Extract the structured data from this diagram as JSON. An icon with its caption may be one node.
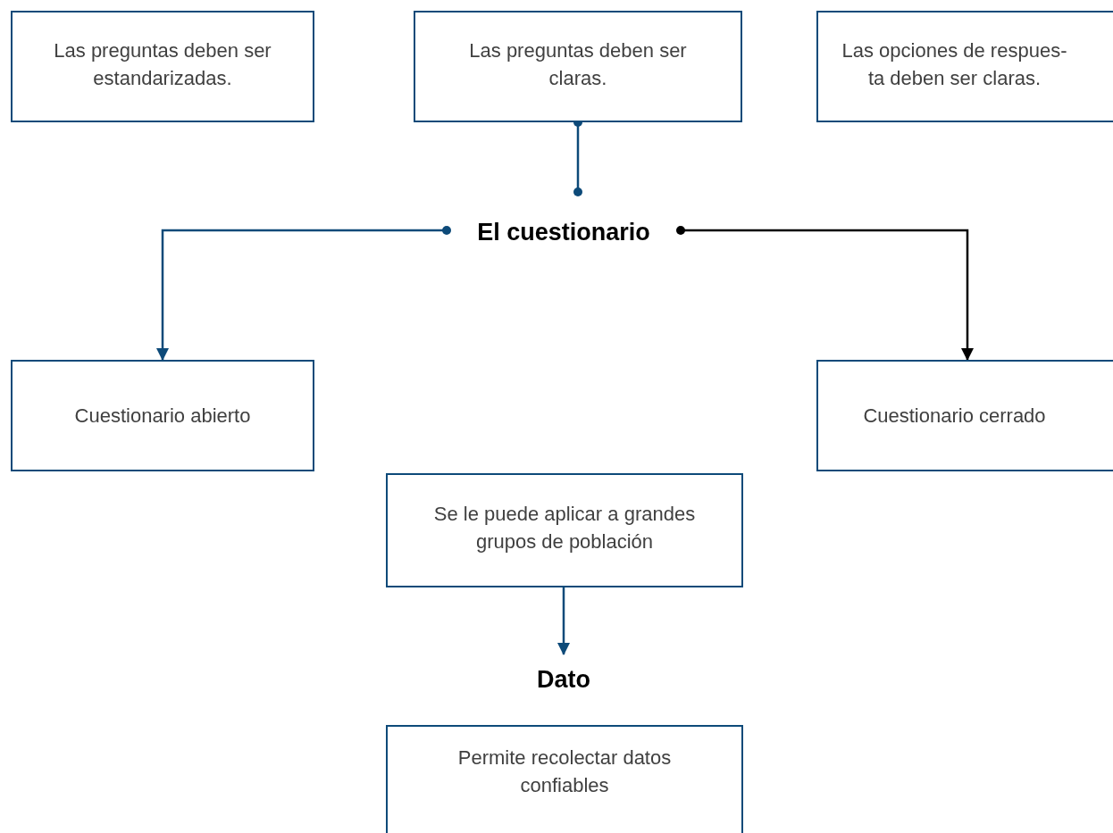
{
  "diagram": {
    "nodes": [
      {
        "text": [
          "Las preguntas deben ser estandarizadas."
        ]
      },
      {
        "text": [
          "Las preguntas deben ser claras."
        ]
      },
      {
        "text": [
          "Las opciones de respues- ta deben ser claras."
        ]
      },
      {
        "text": [
          "El cuestionario"
        ]
      },
      {
        "text": [
          "Cuestionario abierto"
        ]
      },
      {
        "text": [
          "Cuestionario cerrado"
        ]
      },
      {
        "text": [
          "Se le puede aplicar a grandes grupos de población"
        ]
      },
      {
        "text": [
          "Dato"
        ]
      },
      {
        "text": [
          "Permite recolectar datos confiables"
        ]
      }
    ],
    "edges": [
      {
        "from": 1,
        "to": 3,
        "arrow": "other"
      },
      {
        "from": 3,
        "to": 4,
        "arrow": "to"
      },
      {
        "from": 3,
        "to": 5,
        "arrow": "to",
        "color": "#000000"
      },
      {
        "from": 6,
        "to": 7,
        "arrow": "to"
      }
    ]
  }
}
